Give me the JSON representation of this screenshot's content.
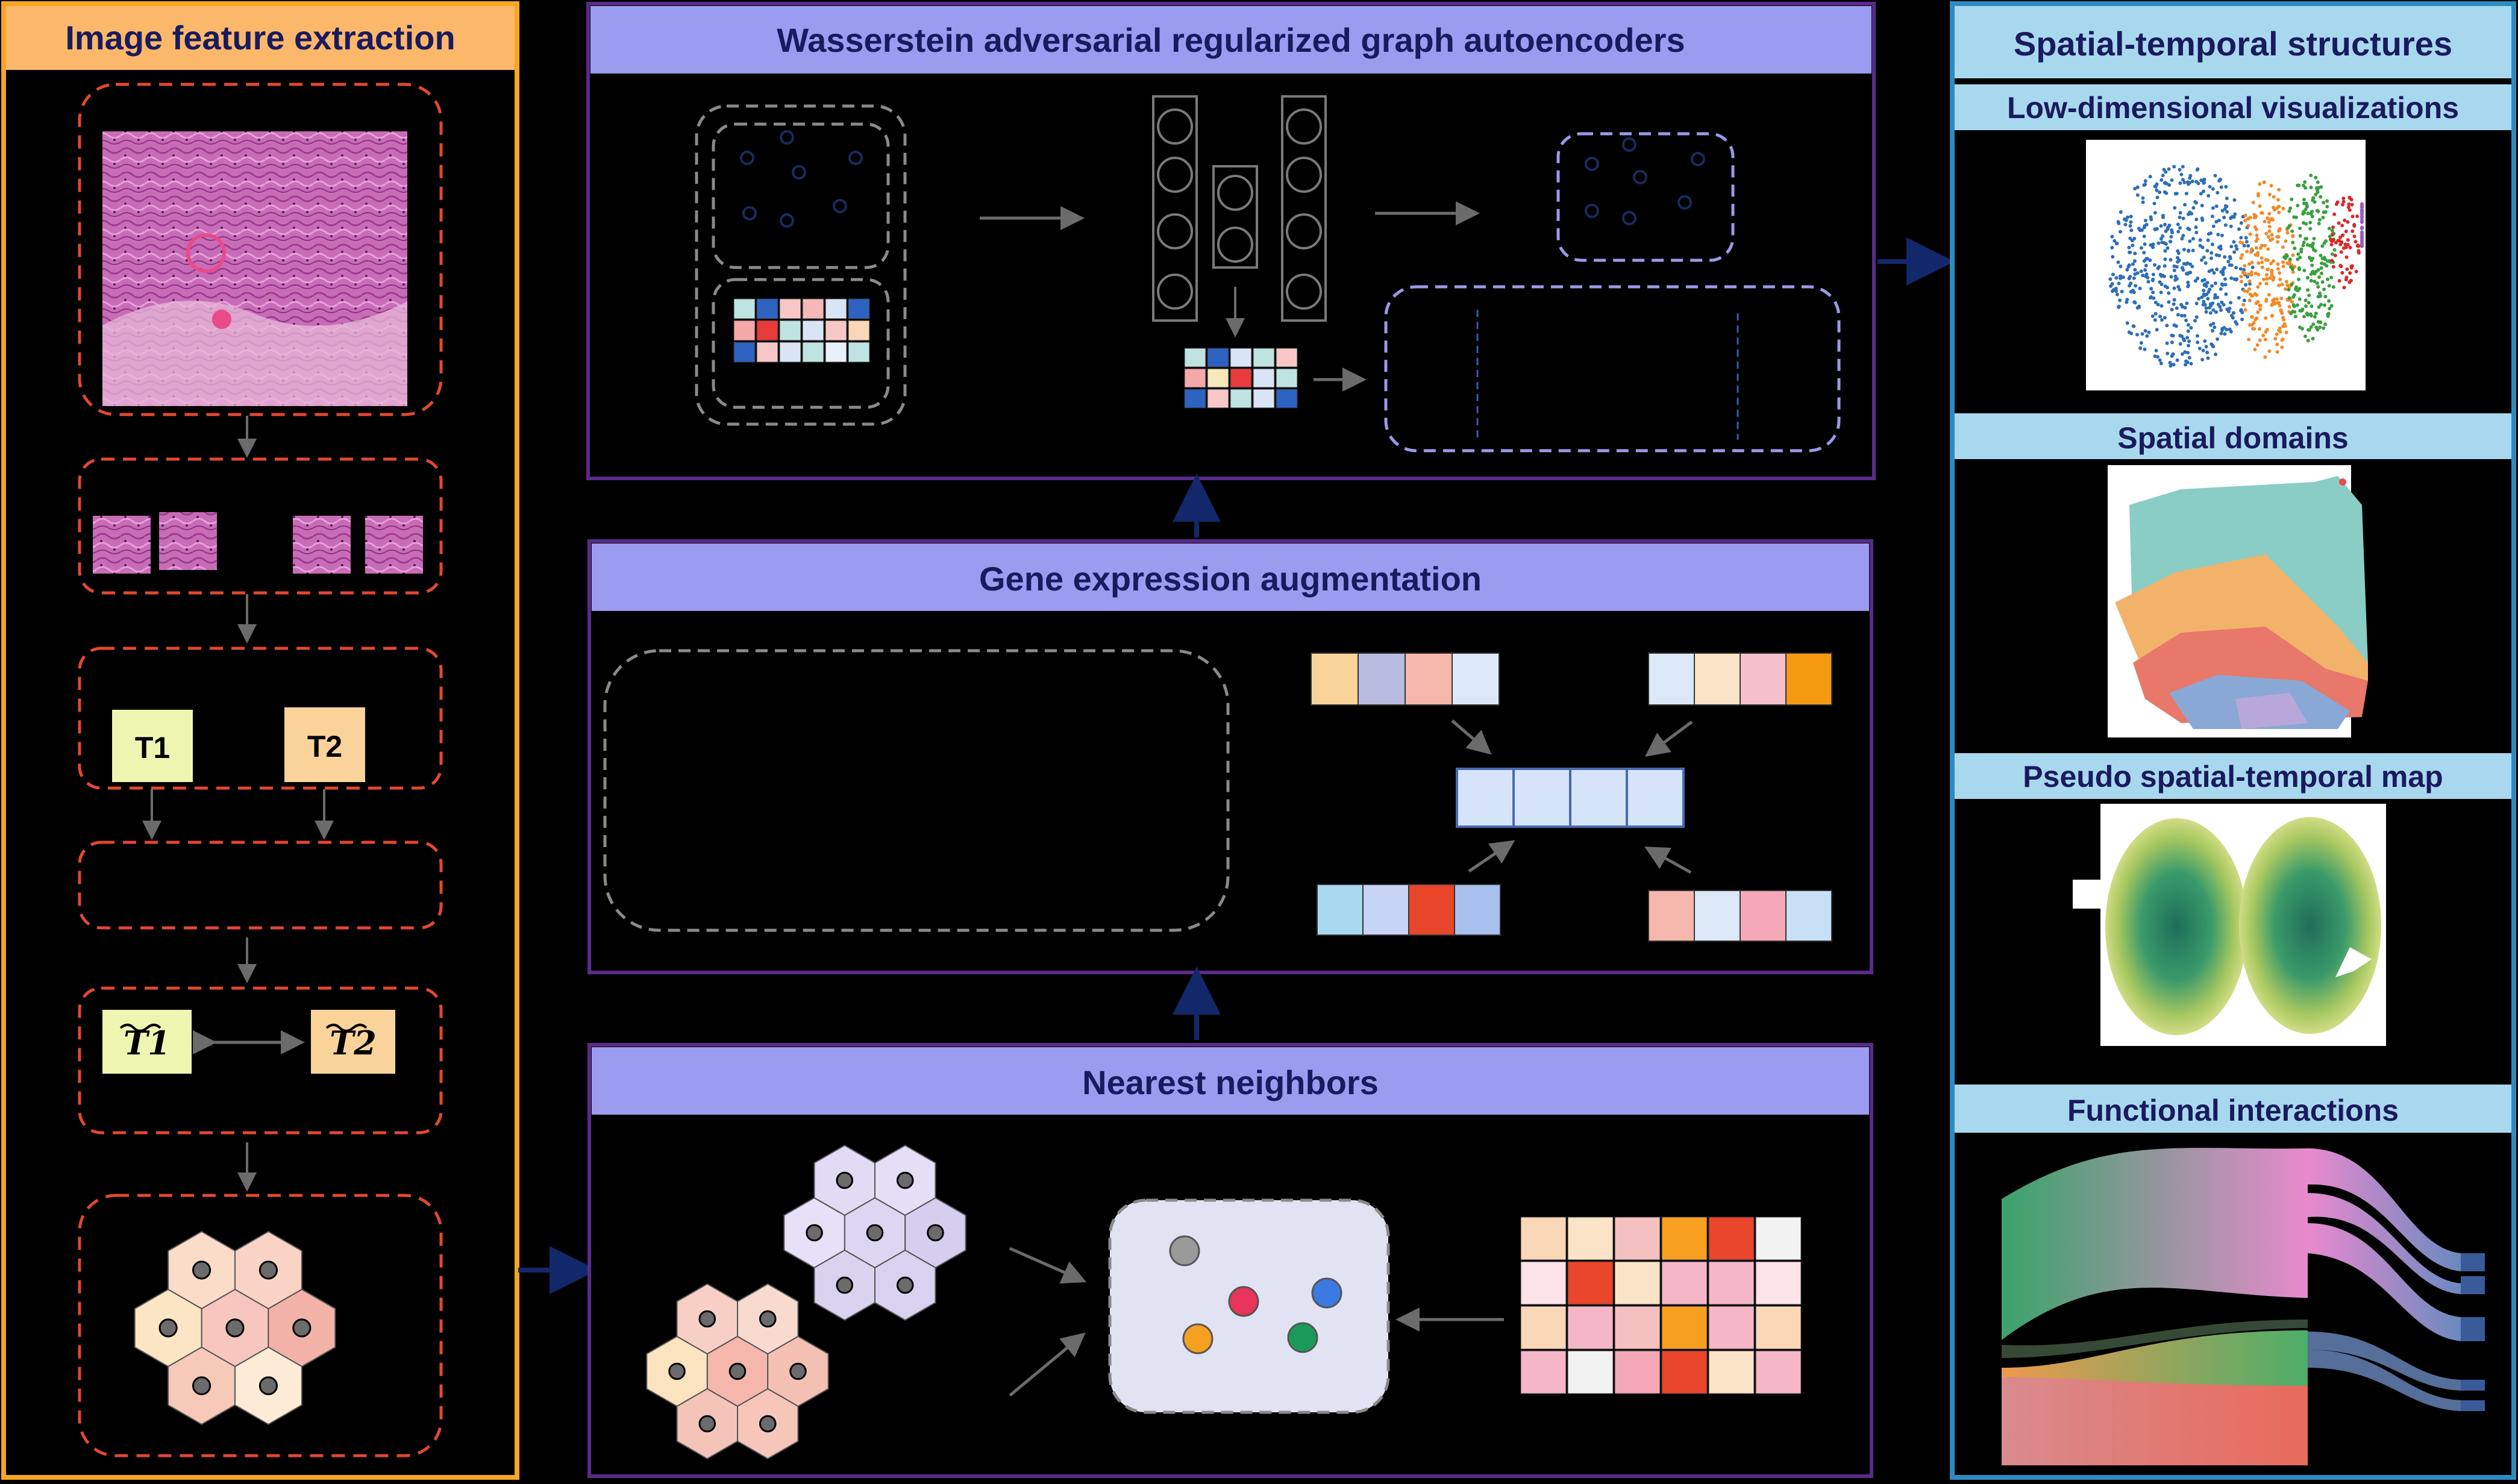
{
  "panels": {
    "left_title": "Image feature extraction",
    "center_top_title": "Wasserstein adversarial  regularized graph autoencoders",
    "center_mid_title": "Gene expression augmentation",
    "center_bottom_title": "Nearest neighbors",
    "right_title": "Spatial-temporal structures"
  },
  "right_sections": [
    "Low-dimensional visualizations",
    "Spatial domains",
    "Pseudo spatial-temporal map",
    "Functional interactions"
  ],
  "labels": {
    "t1": "T1",
    "t2": "T2",
    "t1_tilde": "T1",
    "t2_tilde": "T2"
  },
  "colors": {
    "left_orange": "#F5A623",
    "left_header_bg": "#FBB86A",
    "purple_border": "#5B2A8A",
    "purple_header_bg": "#9B9BF0",
    "blue_border": "#2E8BC0",
    "blue_header_bg": "#A8D8EE",
    "header_text": "#1A1A5E",
    "dashed_red": "#E2482E",
    "dashed_gray": "#8A8A8A",
    "dashed_lavender": "#9A9AE8",
    "arrow_navy": "#12286B",
    "arrow_gray": "#6B6B6B"
  }
}
